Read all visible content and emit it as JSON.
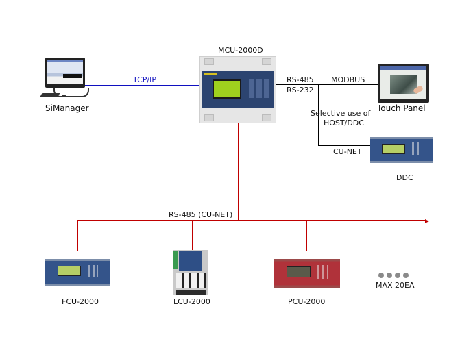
{
  "diagram": {
    "nodes": {
      "simanager": {
        "label": "SiManager",
        "icon": "desktop-computer-icon"
      },
      "mcu": {
        "label": "MCU-2000D",
        "icon": "mcu-controller-icon"
      },
      "touch_panel": {
        "label": "Touch Panel",
        "icon": "touch-panel-icon"
      },
      "ddc": {
        "label": "DDC",
        "icon": "ddc-controller-icon"
      },
      "fcu": {
        "label": "FCU-2000",
        "icon": "fcu-controller-icon"
      },
      "lcu": {
        "label": "LCU-2000",
        "icon": "lcu-controller-icon"
      },
      "pcu": {
        "label": "PCU-2000",
        "icon": "pcu-controller-icon"
      },
      "more": {
        "label": "MAX 20EA",
        "icon": "ellipsis-dots-icon"
      }
    },
    "links": {
      "tcpip": {
        "label": "TCP/IP",
        "color": "#1010c0",
        "from": "simanager",
        "to": "mcu"
      },
      "serial_top": {
        "label": "RS-485",
        "from": "mcu",
        "to": "touch_panel"
      },
      "serial_bottom": {
        "label": "RS-232"
      },
      "modbus": {
        "label": "MODBUS"
      },
      "selective_line1": {
        "label": "Selective use of"
      },
      "selective_line2": {
        "label": "HOST/DDC"
      },
      "cunet": {
        "label": "CU-NET",
        "from": "mcu",
        "to": "ddc"
      },
      "bus": {
        "label": "RS-485 (CU-NET)",
        "color": "#c00000"
      }
    },
    "colors": {
      "tcpip": "#1010c0",
      "bus": "#c00000",
      "serial": "#000000"
    }
  }
}
